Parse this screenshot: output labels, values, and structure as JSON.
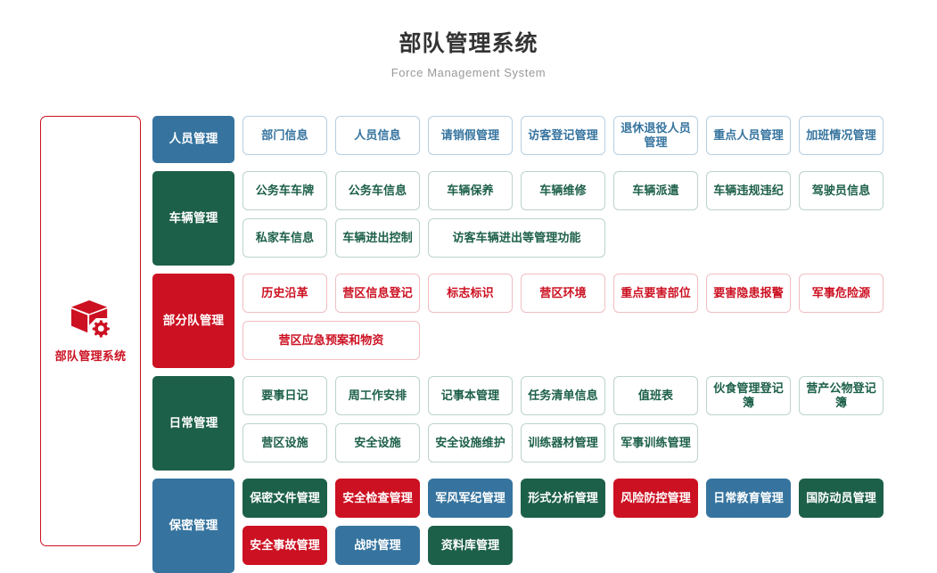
{
  "header": {
    "title": "部队管理系统",
    "subtitle": "Force Management System"
  },
  "brand": {
    "icon": "cube-gear-icon",
    "label": "部队管理系统",
    "accent": "#cc1122"
  },
  "colors": {
    "blue": "#36749f",
    "green": "#1d6049",
    "red": "#cc1122"
  },
  "rows": [
    {
      "category": "人员管理",
      "color": "blue",
      "items": [
        {
          "label": "部门信息",
          "style": "out-blue"
        },
        {
          "label": "人员信息",
          "style": "out-blue"
        },
        {
          "label": "请销假管理",
          "style": "out-blue"
        },
        {
          "label": "访客登记管理",
          "style": "out-blue"
        },
        {
          "label": "退休退役人员管理",
          "style": "out-blue"
        },
        {
          "label": "重点人员管理",
          "style": "out-blue"
        },
        {
          "label": "加班情况管理",
          "style": "out-blue"
        }
      ]
    },
    {
      "category": "车辆管理",
      "color": "green",
      "items": [
        {
          "label": "公务车车牌",
          "style": "out-green"
        },
        {
          "label": "公务车信息",
          "style": "out-green"
        },
        {
          "label": "车辆保养",
          "style": "out-green"
        },
        {
          "label": "车辆维修",
          "style": "out-green"
        },
        {
          "label": "车辆派遣",
          "style": "out-green"
        },
        {
          "label": "车辆违规违纪",
          "style": "out-green"
        },
        {
          "label": "驾驶员信息",
          "style": "out-green"
        },
        {
          "label": "私家车信息",
          "style": "out-green"
        },
        {
          "label": "车辆进出控制",
          "style": "out-green"
        },
        {
          "label": "访客车辆进出等管理功能",
          "style": "out-green",
          "wide": true
        }
      ]
    },
    {
      "category": "部分队管理",
      "color": "red",
      "items": [
        {
          "label": "历史沿革",
          "style": "out-red"
        },
        {
          "label": "营区信息登记",
          "style": "out-red"
        },
        {
          "label": "标志标识",
          "style": "out-red"
        },
        {
          "label": "营区环境",
          "style": "out-red"
        },
        {
          "label": "重点要害部位",
          "style": "out-red"
        },
        {
          "label": "要害隐患报警",
          "style": "out-red"
        },
        {
          "label": "军事危险源",
          "style": "out-red"
        },
        {
          "label": "营区应急预案和物资",
          "style": "out-red",
          "wide": true
        }
      ]
    },
    {
      "category": "日常管理",
      "color": "green",
      "items": [
        {
          "label": "要事日记",
          "style": "out-green"
        },
        {
          "label": "周工作安排",
          "style": "out-green"
        },
        {
          "label": "记事本管理",
          "style": "out-green"
        },
        {
          "label": "任务清单信息",
          "style": "out-green"
        },
        {
          "label": "值班表",
          "style": "out-green"
        },
        {
          "label": "伙食管理登记簿",
          "style": "out-green"
        },
        {
          "label": "营产公物登记簿",
          "style": "out-green"
        },
        {
          "label": "营区设施",
          "style": "out-green"
        },
        {
          "label": "安全设施",
          "style": "out-green"
        },
        {
          "label": "安全设施维护",
          "style": "out-green"
        },
        {
          "label": "训练器材管理",
          "style": "out-green"
        },
        {
          "label": "军事训练管理",
          "style": "out-green"
        }
      ]
    },
    {
      "category": "保密管理",
      "color": "blue",
      "items": [
        {
          "label": "保密文件管理",
          "style": "solid-green"
        },
        {
          "label": "安全检查管理",
          "style": "solid-red"
        },
        {
          "label": "军风军纪管理",
          "style": "solid-blue"
        },
        {
          "label": "形式分析管理",
          "style": "solid-green"
        },
        {
          "label": "风险防控管理",
          "style": "solid-red"
        },
        {
          "label": "日常教育管理",
          "style": "solid-blue"
        },
        {
          "label": "国防动员管理",
          "style": "solid-green"
        },
        {
          "label": "安全事故管理",
          "style": "solid-red"
        },
        {
          "label": "战时管理",
          "style": "solid-blue"
        },
        {
          "label": "资料库管理",
          "style": "solid-green"
        }
      ]
    }
  ]
}
